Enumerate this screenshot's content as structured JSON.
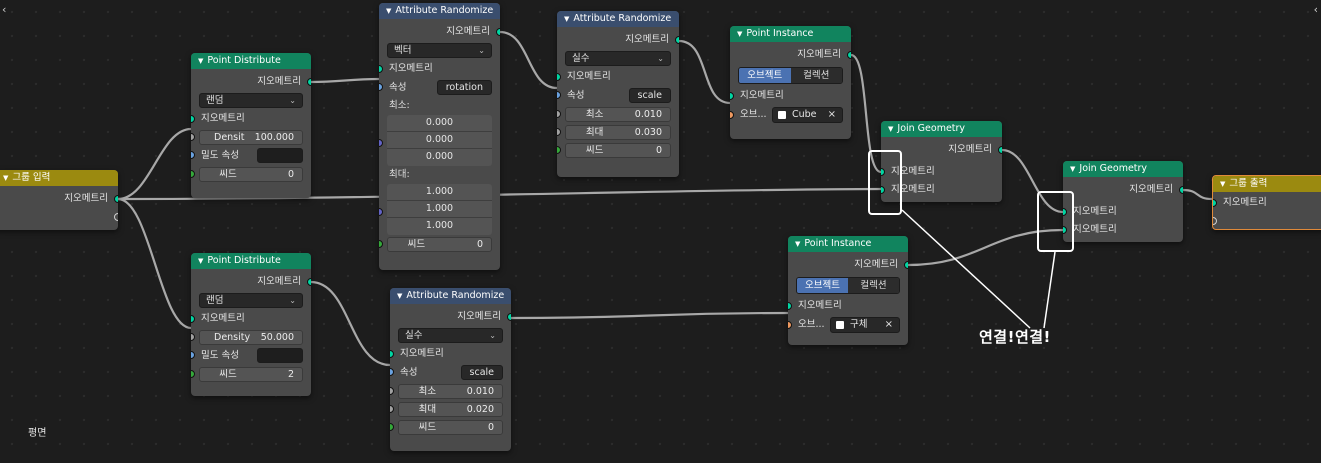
{
  "viewport": {
    "corner_left": "‹",
    "corner_right": "‹"
  },
  "footer": {
    "label": "평면"
  },
  "annotation": {
    "text": "연결!연결!"
  },
  "group_input": {
    "title": "그룹 입력",
    "out_geometry": "지오메트리"
  },
  "group_output": {
    "title": "그룹 출력",
    "in_geometry": "지오메트리"
  },
  "point_distribute_1": {
    "title": "Point Distribute",
    "out_geometry": "지오메트리",
    "mode": "랜덤",
    "in_geometry": "지오메트리",
    "density_label": "Densit",
    "density_value": "100.000",
    "density_attr_label": "밀도 속성",
    "seed_label": "씨드",
    "seed_value": "0"
  },
  "point_distribute_2": {
    "title": "Point Distribute",
    "out_geometry": "지오메트리",
    "mode": "랜덤",
    "in_geometry": "지오메트리",
    "density_label": "Density",
    "density_value": "50.000",
    "density_attr_label": "밀도 속성",
    "seed_label": "씨드",
    "seed_value": "2"
  },
  "attr_rand_1": {
    "title": "Attribute Randomize",
    "out_geometry": "지오메트리",
    "data_type": "벡터",
    "in_geometry": "지오메트리",
    "attribute_label": "속성",
    "attribute_value": "rotation",
    "min_label": "최소:",
    "min_values": [
      "0.000",
      "0.000",
      "0.000"
    ],
    "max_label": "최대:",
    "max_values": [
      "1.000",
      "1.000",
      "1.000"
    ],
    "seed_label": "씨드",
    "seed_value": "0"
  },
  "attr_rand_2": {
    "title": "Attribute Randomize",
    "out_geometry": "지오메트리",
    "data_type": "실수",
    "in_geometry": "지오메트리",
    "attribute_label": "속성",
    "attribute_value": "scale",
    "min_label": "최소",
    "min_value": "0.010",
    "max_label": "최대",
    "max_value": "0.030",
    "seed_label": "씨드",
    "seed_value": "0"
  },
  "attr_rand_3": {
    "title": "Attribute Randomize",
    "out_geometry": "지오메트리",
    "data_type": "실수",
    "in_geometry": "지오메트리",
    "attribute_label": "속성",
    "attribute_value": "scale",
    "min_label": "최소",
    "min_value": "0.010",
    "max_label": "최대",
    "max_value": "0.020",
    "seed_label": "씨드",
    "seed_value": "0"
  },
  "point_instance_1": {
    "title": "Point Instance",
    "out_geometry": "지오메트리",
    "toggle_object": "오브젝트",
    "toggle_collection": "컬렉션",
    "in_geometry": "지오메트리",
    "object_label": "오브...",
    "object_value": "Cube",
    "clear": "×"
  },
  "point_instance_2": {
    "title": "Point Instance",
    "out_geometry": "지오메트리",
    "toggle_object": "오브젝트",
    "toggle_collection": "컬렉션",
    "in_geometry": "지오메트리",
    "object_label": "오브...",
    "object_value": "구체",
    "clear": "×"
  },
  "join_1": {
    "title": "Join Geometry",
    "out_geometry": "지오메트리",
    "in_geometry_a": "지오메트리",
    "in_geometry_b": "지오메트리"
  },
  "join_2": {
    "title": "Join Geometry",
    "out_geometry": "지오메트리",
    "in_geometry_a": "지오메트리",
    "in_geometry_b": "지오메트리"
  },
  "colors": {
    "wire": "#a8a8a8",
    "header_green": "#11845e",
    "header_blue": "#3a4e6e",
    "header_yellow": "#9b8a10",
    "geometry_socket": "#00d6a3"
  }
}
